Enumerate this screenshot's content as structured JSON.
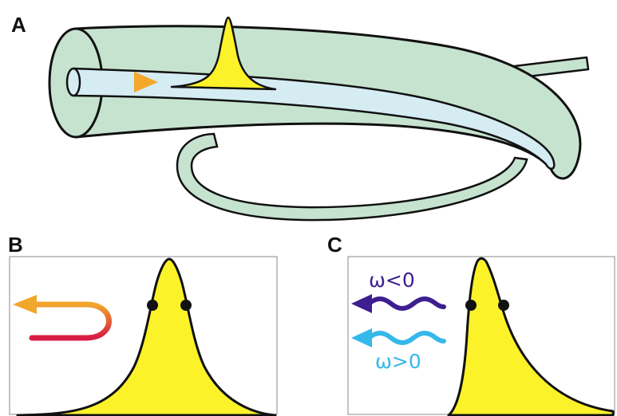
{
  "panels": {
    "a": {
      "letter": "A"
    },
    "b": {
      "letter": "B"
    },
    "c": {
      "letter": "C",
      "label_neg": "ω<0",
      "label_pos": "ω>0"
    }
  },
  "colors": {
    "fiber_fill": "#c6e3cf",
    "fiber_core": "#d6ecf3",
    "pulse": "#fbf22a",
    "outline": "#111111",
    "arrow_warm_start": "#e0204a",
    "arrow_warm_end": "#f3a82a",
    "wave_negative": "#3d1f8f",
    "wave_positive": "#35b8ea"
  },
  "icons": {
    "input_arrow": "arrow-right-icon",
    "reflection": "u-turn-arrow-icon",
    "wave_negative": "wavy-arrow-left-icon",
    "wave_positive": "wavy-arrow-left-icon"
  }
}
